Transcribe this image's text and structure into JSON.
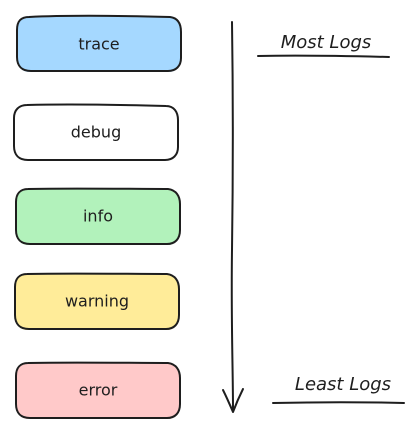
{
  "levels": [
    {
      "label": "trace",
      "fill": "#a5d8ff"
    },
    {
      "label": "debug",
      "fill": "#ffffff"
    },
    {
      "label": "info",
      "fill": "#b2f2bb"
    },
    {
      "label": "warning",
      "fill": "#ffec99"
    },
    {
      "label": "error",
      "fill": "#ffc9c9"
    }
  ],
  "arrow": {
    "top_label": "Most Logs",
    "bottom_label": "Least Logs",
    "direction": "down"
  },
  "colors": {
    "stroke": "#1e1e1e",
    "background": "#ffffff"
  }
}
